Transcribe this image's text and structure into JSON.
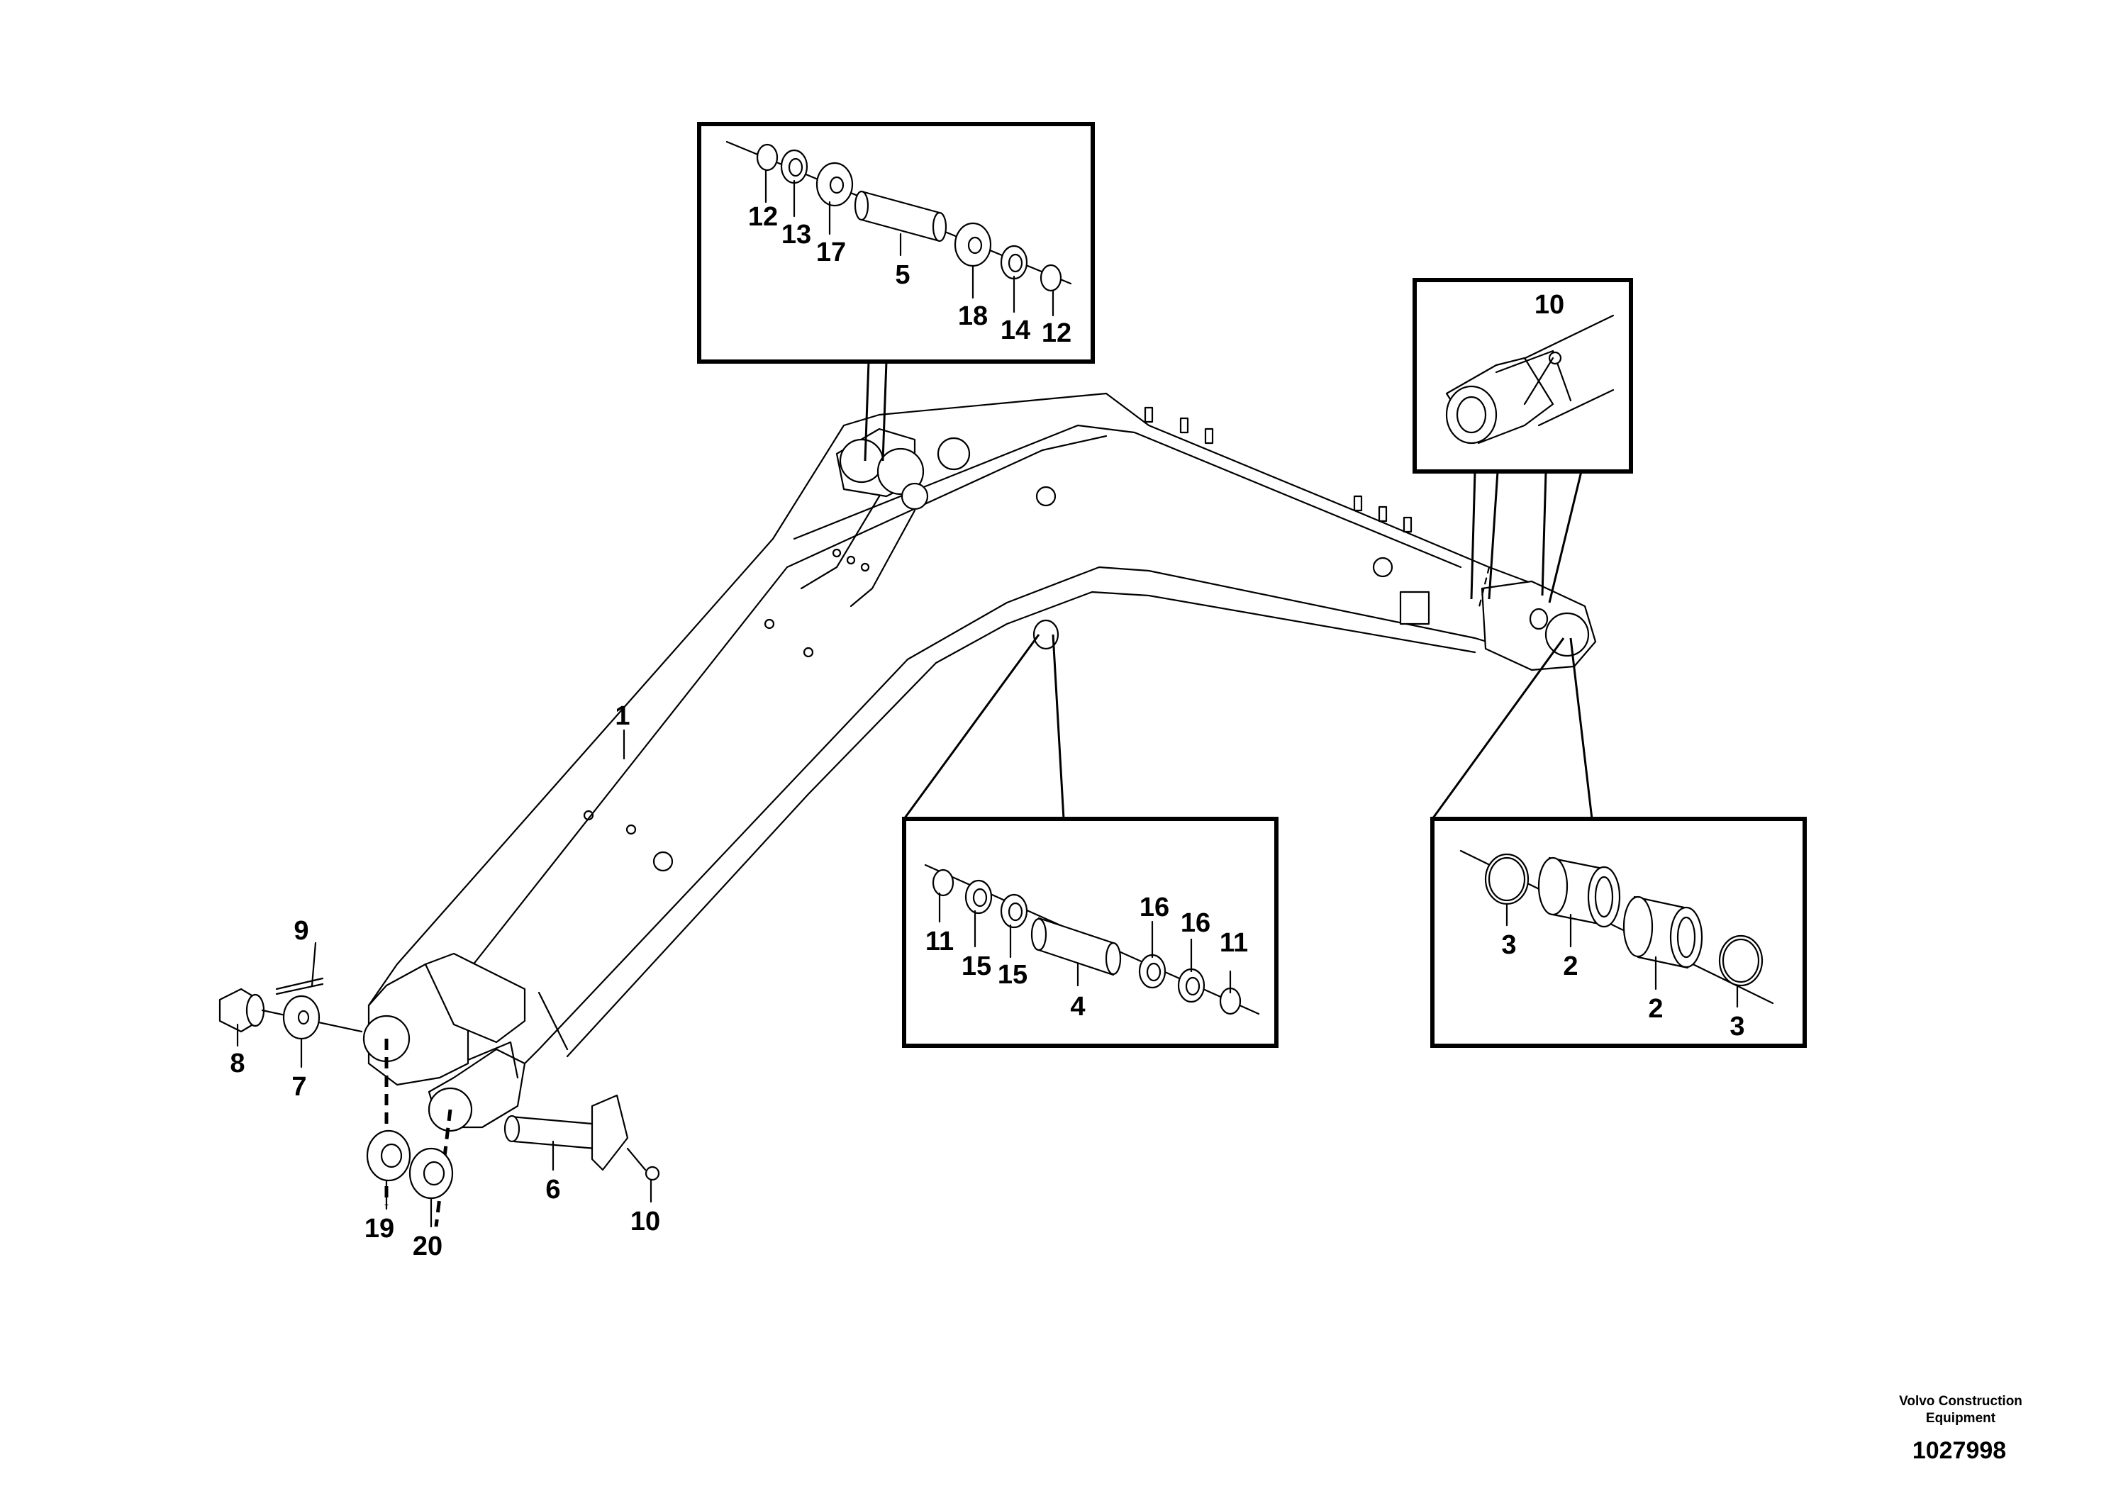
{
  "callouts": {
    "boom": "1",
    "pin_top": "5",
    "top_12a": "12",
    "top_13": "13",
    "top_17": "17",
    "top_18": "18",
    "top_14": "14",
    "top_12b": "12",
    "nipple_box": "10",
    "mid_11a": "11",
    "mid_15a": "15",
    "mid_15b": "15",
    "mid_pin": "4",
    "mid_16a": "16",
    "mid_16b": "16",
    "mid_11b": "11",
    "bush_3a": "3",
    "bush_2a": "2",
    "bush_2b": "2",
    "bush_3b": "3",
    "foot_9": "9",
    "foot_8": "8",
    "foot_7": "7",
    "foot_19": "19",
    "foot_20": "20",
    "foot_6": "6",
    "foot_10": "10"
  },
  "footer": {
    "company_line1": "Volvo Construction",
    "company_line2": "Equipment",
    "drawing_number": "1027998"
  }
}
